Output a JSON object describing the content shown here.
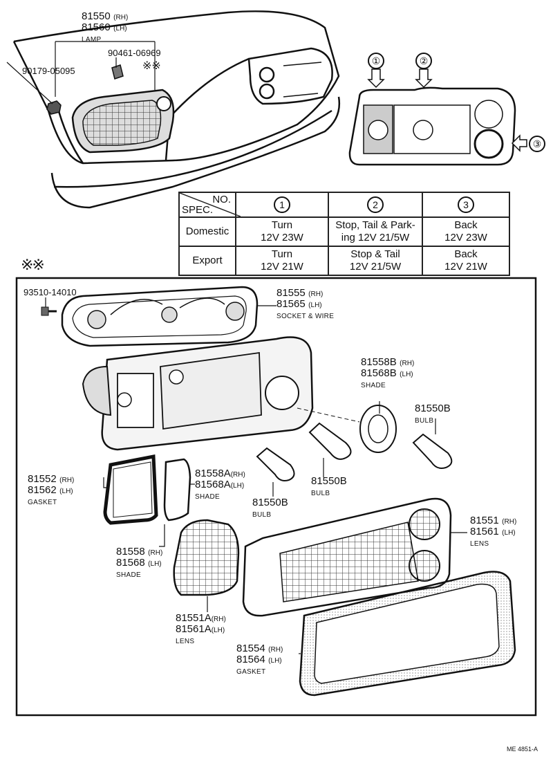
{
  "top": {
    "lamp": {
      "pn1": "81550",
      "sfx1": "(RH)",
      "pn2": "81560",
      "sfx2": "(LH)",
      "name": "LAMP"
    },
    "nut": {
      "pn": "90179-05095"
    },
    "clip": {
      "pn": "90461-06969",
      "mark": "※※"
    }
  },
  "views": [
    "①",
    "②",
    "③"
  ],
  "spec_table": {
    "header": {
      "no": "NO.",
      "spec": "SPEC.",
      "cols": [
        "1",
        "2",
        "3"
      ]
    },
    "rows": [
      {
        "label": "Domestic",
        "cells": [
          [
            "Turn",
            "12V 23W"
          ],
          [
            "Stop, Tail & Park-",
            "ing 12V 21/5W"
          ],
          [
            "Back",
            "12V 23W"
          ]
        ]
      },
      {
        "label": "Export",
        "cells": [
          [
            "Turn",
            "12V 21W"
          ],
          [
            "Stop & Tail",
            "12V 21/5W"
          ],
          [
            "Back",
            "12V 21W"
          ]
        ]
      }
    ]
  },
  "detail_mark": "※※",
  "parts": {
    "screw": {
      "pn": "93510-14010"
    },
    "socket": {
      "pn1": "81555",
      "sfx1": "(RH)",
      "pn2": "81565",
      "sfx2": "(LH)",
      "name": "SOCKET & WIRE"
    },
    "shade_b": {
      "pn1": "81558B",
      "sfx1": "(RH)",
      "pn2": "81568B",
      "sfx2": "(LH)",
      "name": "SHADE"
    },
    "bulb_b1": {
      "pn": "81550B",
      "name": "BULB"
    },
    "bulb_b2": {
      "pn": "81550B",
      "name": "BULB"
    },
    "bulb_b3": {
      "pn": "81550B",
      "name": "BULB"
    },
    "gasket_small": {
      "pn1": "81552",
      "sfx1": "(RH)",
      "pn2": "81562",
      "sfx2": "(LH)",
      "name": "GASKET"
    },
    "shade_a": {
      "pn1": "81558A",
      "sfx1": "(RH)",
      "pn2": "81568A",
      "sfx2": "(LH)",
      "name": "SHADE"
    },
    "shade": {
      "pn1": "81558",
      "sfx1": "(RH)",
      "pn2": "81568",
      "sfx2": "(LH)",
      "name": "SHADE"
    },
    "lens_a": {
      "pn1": "81551A",
      "sfx1": "(RH)",
      "pn2": "81561A",
      "sfx2": "(LH)",
      "name": "LENS"
    },
    "lens": {
      "pn1": "81551",
      "sfx1": "(RH)",
      "pn2": "81561",
      "sfx2": "(LH)",
      "name": "LENS"
    },
    "gasket_large": {
      "pn1": "81554",
      "sfx1": "(RH)",
      "pn2": "81564",
      "sfx2": "(LH)",
      "name": "GASKET"
    }
  },
  "footer": "ME 4851-A"
}
